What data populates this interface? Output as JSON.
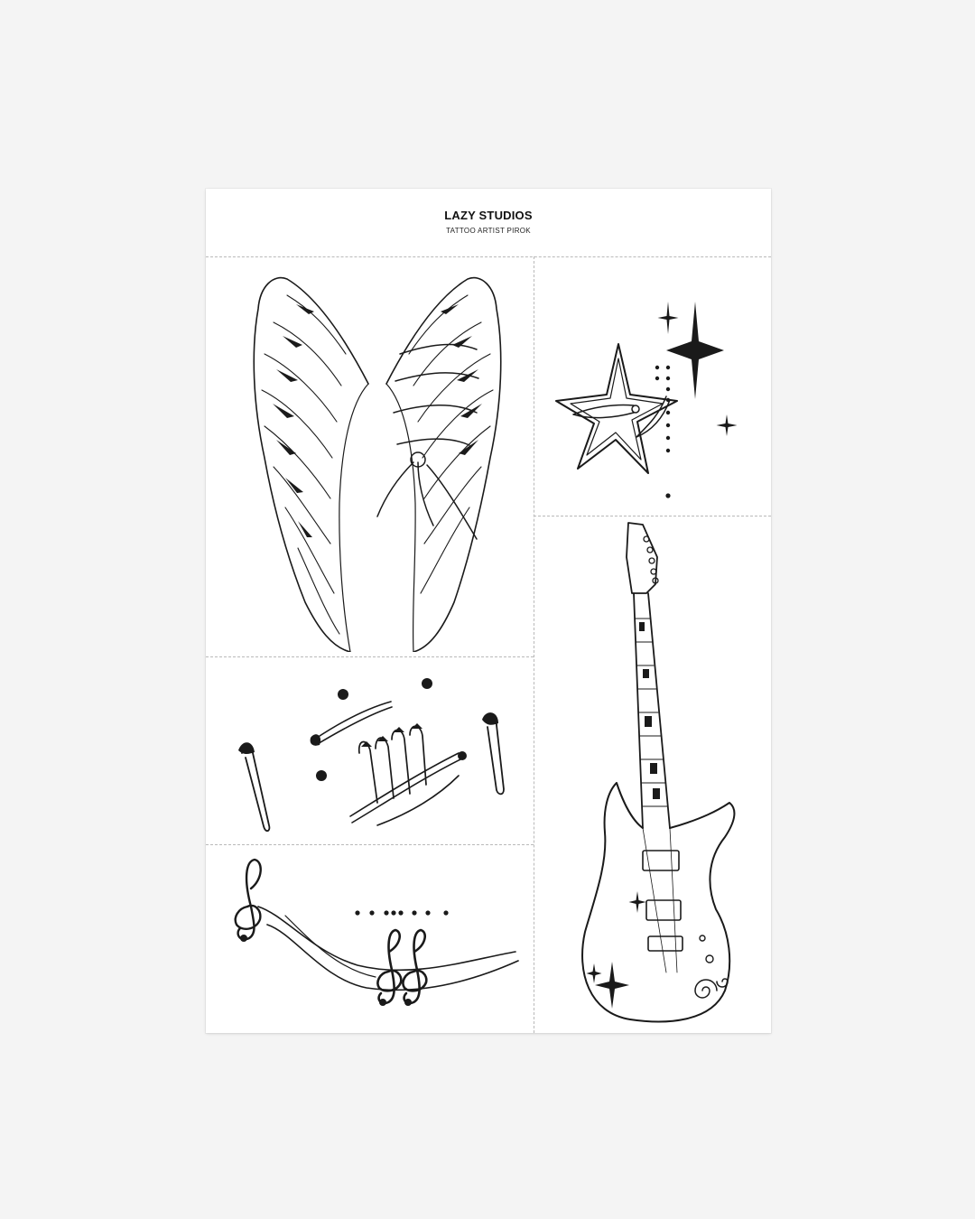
{
  "sheet": {
    "brand": "LAZY STUDIOS",
    "subtitle": "TATTOO ARTIST PIROK"
  },
  "designs": [
    {
      "name": "angel-wings-with-ribbon",
      "icon": "angel-wings-icon"
    },
    {
      "name": "stars-and-safety-pins",
      "icon": "star-icon"
    },
    {
      "name": "electric-guitar",
      "icon": "guitar-icon"
    },
    {
      "name": "safety-pins-and-hand",
      "icon": "safety-pin-icon"
    },
    {
      "name": "treble-clef-ribbon",
      "icon": "treble-clef-icon"
    }
  ],
  "colors": {
    "ink": "#1a1a1a",
    "sheet": "#ffffff",
    "background": "#f4f4f4",
    "cutline": "#b9b9b9"
  }
}
